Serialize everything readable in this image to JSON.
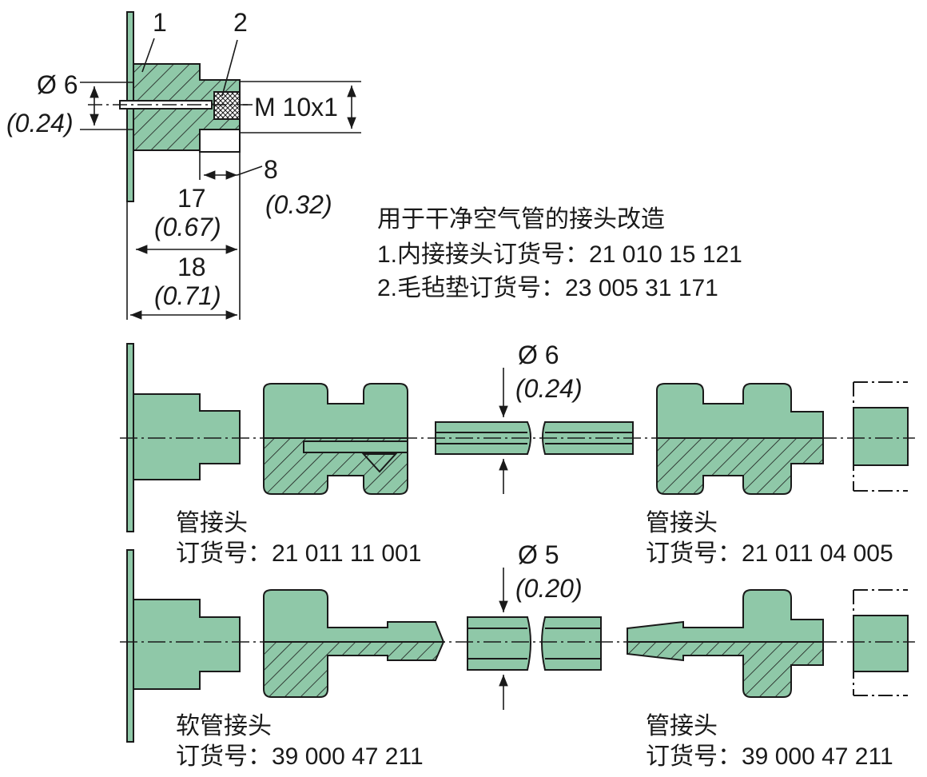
{
  "top_figure": {
    "callout_1": "1",
    "callout_2": "2",
    "dia_label": "Ø 6",
    "dia_inch": "(0.24)",
    "thread_label": "M 10x1",
    "dim_8": "8",
    "dim_8_inch": "(0.32)",
    "dim_17": "17",
    "dim_17_inch": "(0.67)",
    "dim_18": "18",
    "dim_18_inch": "(0.71)"
  },
  "notes": {
    "title": "用于干净空气管的接头改造",
    "item1": "1.内接接头订货号：21 010 15 121",
    "item2": "2.毛毡垫订货号：23 005 31 171"
  },
  "row1": {
    "tube_dia": "Ø 6",
    "tube_dia_inch": "(0.24)",
    "left_name": "管接头",
    "left_order": "订货号：21 011 11 001",
    "right_name": "管接头",
    "right_order": "订货号：21 011 04 005"
  },
  "row2": {
    "tube_dia": "Ø 5",
    "tube_dia_inch": "(0.20)",
    "left_name": "软管接头",
    "left_order": "订货号：39 000 47 211",
    "right_name": "管接头",
    "right_order": "订货号：39 000 47 211"
  },
  "colors": {
    "part_fill": "#8fc8a8",
    "line": "#1a1a1a",
    "background": "#ffffff"
  }
}
